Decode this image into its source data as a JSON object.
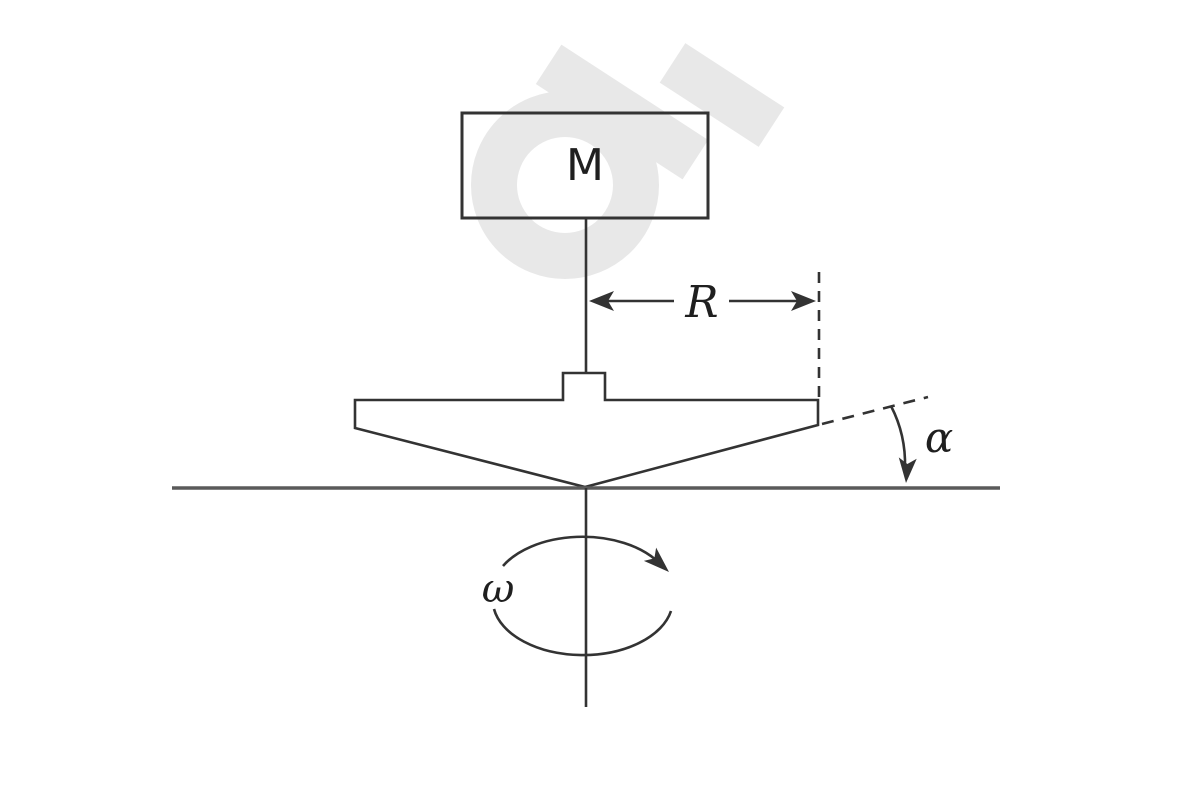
{
  "diagram": {
    "labels": {
      "mass": "M",
      "radius": "R",
      "angle": "α",
      "angular_velocity": "ω"
    },
    "colors": {
      "line": "#333333",
      "ground": "#5a5a5a",
      "text": "#1f1f1f",
      "watermark": "#e8e8e8",
      "background": "#ffffff"
    }
  }
}
